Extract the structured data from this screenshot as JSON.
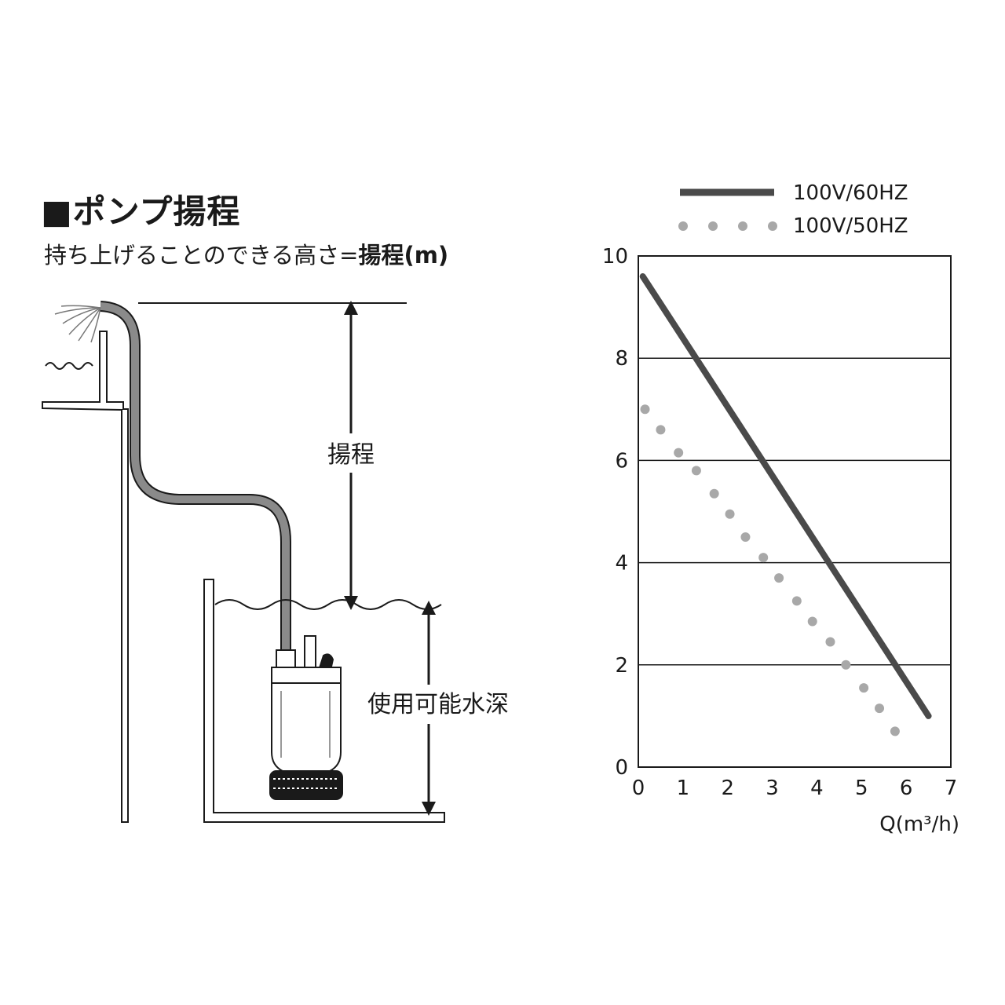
{
  "header": {
    "title": "■ポンプ揚程",
    "subtitle_text": "持ち上げることのできる高さ=",
    "subtitle_bold": "揚程(m)"
  },
  "diagram": {
    "head_label": "揚程",
    "depth_label": "使用可能水深"
  },
  "chart_data": {
    "type": "line",
    "xlabel": "Q(m³/h)",
    "ylabel": "",
    "xlim": [
      0,
      7
    ],
    "ylim": [
      0,
      10
    ],
    "x_ticks": [
      "0",
      "1",
      "2",
      "3",
      "4",
      "5",
      "6",
      "7"
    ],
    "y_ticks": [
      "0",
      "2",
      "4",
      "6",
      "8",
      "10"
    ],
    "grid": "horizontal",
    "legend_position": "top-right",
    "series": [
      {
        "name": "100V/60HZ",
        "style": "solid",
        "color": "#4a4a4a",
        "x": [
          0.1,
          6.5
        ],
        "y": [
          9.6,
          1.0
        ]
      },
      {
        "name": "100V/50HZ",
        "style": "dotted",
        "color": "#a8a8a8",
        "x": [
          0.15,
          0.5,
          0.9,
          1.3,
          1.7,
          2.05,
          2.4,
          2.8,
          3.15,
          3.55,
          3.9,
          4.3,
          4.65,
          5.05,
          5.4,
          5.75
        ],
        "y": [
          7.0,
          6.6,
          6.15,
          5.8,
          5.35,
          4.95,
          4.5,
          4.1,
          3.7,
          3.25,
          2.85,
          2.45,
          2.0,
          1.55,
          1.15,
          0.7
        ]
      }
    ]
  }
}
